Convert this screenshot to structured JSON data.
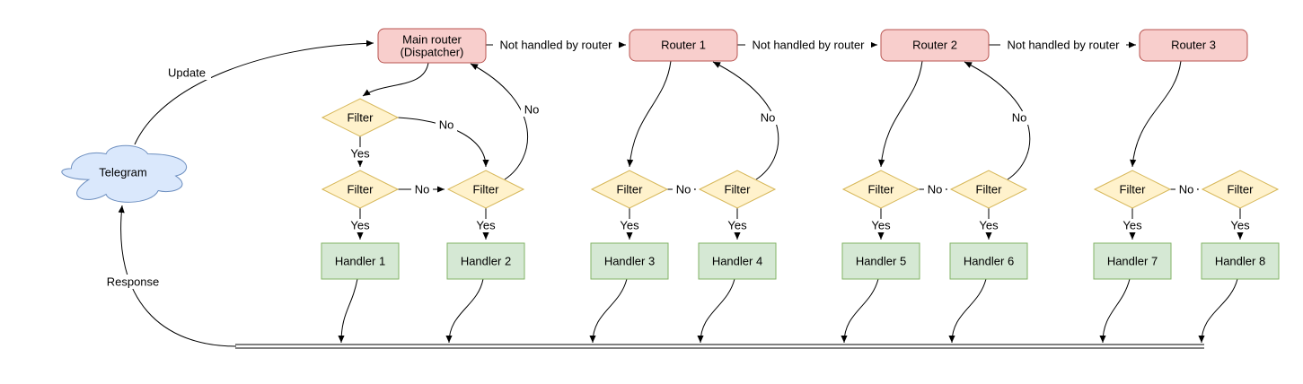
{
  "colors": {
    "router_fill": "#f8cecc",
    "router_stroke": "#b85450",
    "filter_fill": "#fff2cc",
    "filter_stroke": "#d6b656",
    "handler_fill": "#d5e8d4",
    "handler_stroke": "#82b366",
    "cloud_fill": "#dae8fc",
    "cloud_stroke": "#6c8ebf",
    "edge_color": "#000000"
  },
  "cloud": {
    "label": "Telegram"
  },
  "routers": [
    {
      "label": "Main router",
      "sublabel": "(Dispatcher)"
    },
    {
      "label": "Router 1"
    },
    {
      "label": "Router 2"
    },
    {
      "label": "Router 3"
    }
  ],
  "filter_label": "Filter",
  "handlers": [
    "Handler 1",
    "Handler 2",
    "Handler 3",
    "Handler 4",
    "Handler 5",
    "Handler 6",
    "Handler 7",
    "Handler 8"
  ],
  "edge_labels": {
    "update": "Update",
    "response": "Response",
    "not_handled": "Not handled by router",
    "yes": "Yes",
    "no": "No"
  }
}
